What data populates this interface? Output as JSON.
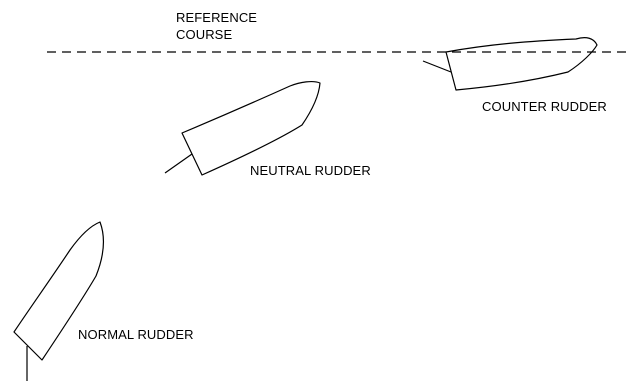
{
  "labels": {
    "reference_course_line1": "REFERENCE",
    "reference_course_line2": "COURSE",
    "counter_rudder": "COUNTER RUDDER",
    "neutral_rudder": "NEUTRAL RUDDER",
    "normal_rudder": "NORMAL RUDDER"
  },
  "colors": {
    "stroke": "#000000",
    "background": "#ffffff"
  }
}
